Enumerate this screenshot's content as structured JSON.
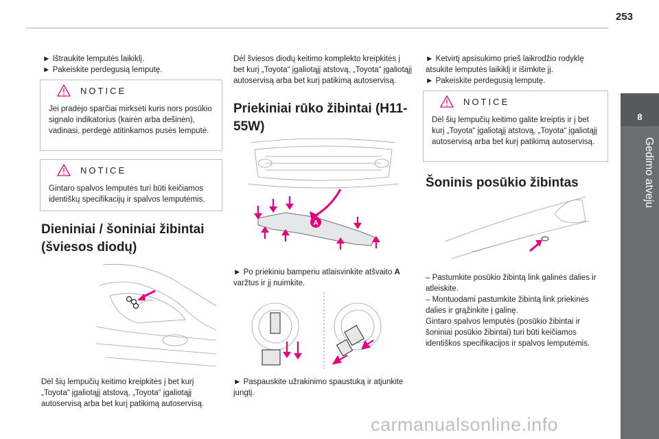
{
  "page": {
    "number": "253"
  },
  "chapter_tab": {
    "number": "8",
    "title": "Gedimo atveju"
  },
  "col1": {
    "bullets": [
      "Ištraukite lemputės laikiklį.",
      "Pakeiskite perdegusią lemputę."
    ],
    "notice1": {
      "title": "NOTICE",
      "text": "Jei pradėjo sparčiai mirksėti kuris nors posūkio signalo indikatorius (kairėn arba dešinėn), vadinasi, perdegė atitinkamos pusės lemputė."
    },
    "notice2": {
      "title": "NOTICE",
      "text": "Gintaro spalvos lemputės turi būti keičiamos identiškų specifikacijų ir spalvos lemputėmis."
    },
    "heading": "Dieniniai / šoniniai žibintai (šviesos diodų)",
    "para": "Dėl šių lempučių keitimo kreipkitės į bet kurį „Toyota“ įgaliotąjį atstovą, „Toyota“ įgaliotąjį autoservisą arba bet kurį patikimą autoservisą."
  },
  "col2": {
    "intro": "Dėl šviesos diodų keitimo komplekto kreipkitės į bet kurį „Toyota“ įgaliotąjį atstovą, „Toyota“ įgaliotąjį autoservisą arba bet kurį patikimą autoservisą.",
    "heading": "Priekiniai rūko žibintai (H11-55W)",
    "badge": "A",
    "step1": "Po priekiniu bamperiu atlaisvinkite atšvaito",
    "step1_bold": "A",
    "step1_end": "varžtus ir jį nuimkite.",
    "step2": "Paspauskite užrakinimo spaustuką ir atjunkite jungtį."
  },
  "col3": {
    "bullets": [
      "Ketvirtį apsisukimo prieš laikrodžio rodyklę atsukite lemputės laikiklį ir išimkite jį.",
      "Pakeiskite perdegusią lemputę."
    ],
    "notice": {
      "title": "NOTICE",
      "text": "Dėl šių lempučių keitimo galite kreiptis ir į bet kurį „Toyota“ įgaliotąjį atstovą, „Toyota“ įgaliotąjį autoservisą arba bet kurį patikimą autoservisą."
    },
    "heading": "Šoninis posūkio žibintas",
    "dash1": "–  Pastumkite posūkio žibintą link galinės dalies ir atleiskite.",
    "dash2": "–  Montuodami pastumkite žibintą link priekinės dalies ir grąžinkite į galinę.",
    "para": "Gintaro spalvos lemputės (posūkio žibintai ir šoniniai posūkio žibintai) turi būti keičiamos identiškos specifikacijos ir spalvos lemputėmis."
  },
  "watermark": "carmanualsonline.info",
  "colors": {
    "accent": "#e6007e",
    "notice_icon": "#e6007e",
    "tab_bg": "#6d6e71"
  }
}
